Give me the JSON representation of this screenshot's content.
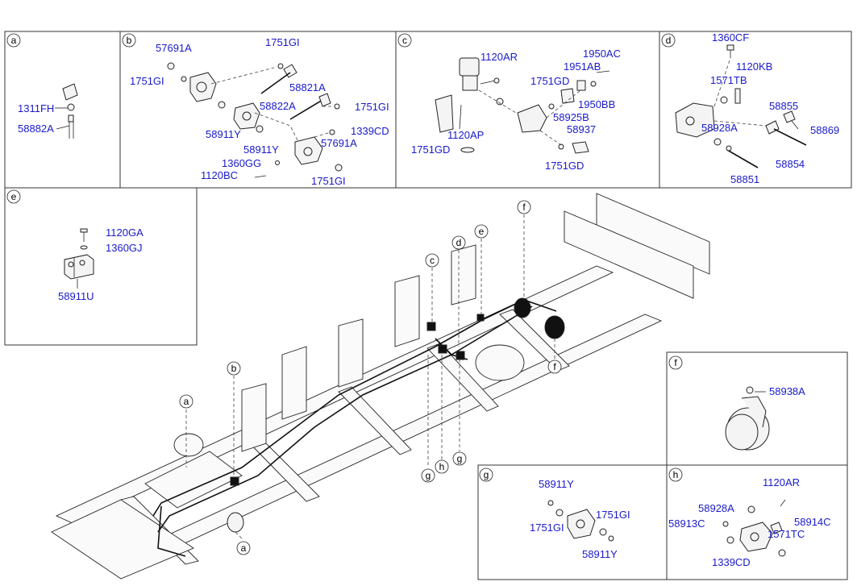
{
  "panels": {
    "a": {
      "letter": "a",
      "labels": [
        "1311FH",
        "58882A"
      ]
    },
    "b": {
      "letter": "b",
      "labels": [
        "57691A",
        "1751GI",
        "1751GI",
        "58821A",
        "58822A",
        "1751GI",
        "58911Y",
        "58911Y",
        "1339CD",
        "57691A",
        "1360GG",
        "1120BC",
        "1751GI"
      ]
    },
    "c": {
      "letter": "c",
      "labels": [
        "1120AR",
        "1950AC",
        "1951AB",
        "1751GD",
        "1950BB",
        "58925B",
        "1120AP",
        "58937",
        "1751GD",
        "1751GD"
      ]
    },
    "d": {
      "letter": "d",
      "labels": [
        "1360CF",
        "1120KB",
        "1571TB",
        "58855",
        "58928A",
        "58869",
        "58854",
        "58851"
      ]
    },
    "e": {
      "letter": "e",
      "labels": [
        "1120GA",
        "1360GJ",
        "58911U"
      ]
    },
    "f": {
      "letter": "f",
      "labels": [
        "58938A"
      ]
    },
    "g": {
      "letter": "g",
      "labels": [
        "58911Y",
        "1751GI",
        "1751GI",
        "58911Y"
      ]
    },
    "h": {
      "letter": "h",
      "labels": [
        "1120AR",
        "58928A",
        "58914C",
        "58913C",
        "1571TC",
        "1339CD"
      ]
    }
  },
  "callouts": [
    "a",
    "a",
    "b",
    "c",
    "d",
    "e",
    "f",
    "f",
    "g",
    "g",
    "h"
  ]
}
